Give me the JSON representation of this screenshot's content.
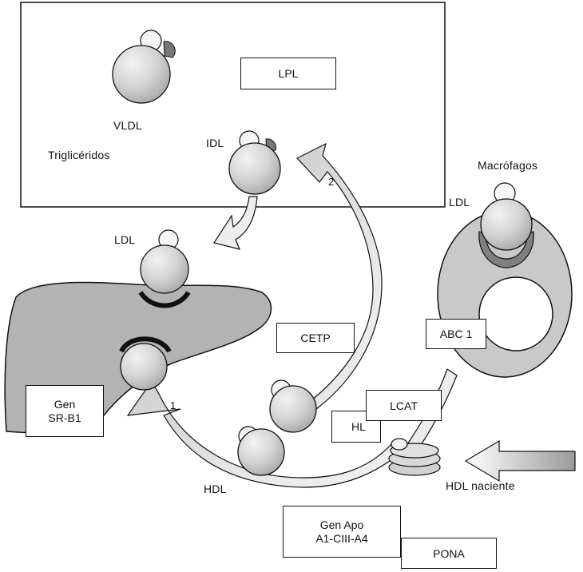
{
  "labels": {
    "vldl": "VLDL",
    "trigliceridos": "Triglicéridos",
    "idl": "IDL",
    "ldl_top": "LDL",
    "macrofagos": "Macrófagos",
    "ldl_right": "LDL",
    "hdl": "HDL",
    "hdl_naciente": "HDL naciente"
  },
  "boxes": {
    "lpl": "LPL",
    "cetp": "CETP",
    "abc1": "ABC 1",
    "gen_sr_line1": "Gen",
    "gen_sr_line2": "SR-B1",
    "lcat": "LCAT",
    "hl": "HL",
    "gen_apo_line1": "Gen Apo",
    "gen_apo_line2": "A1-CIII-A4",
    "pona": "PONA"
  },
  "arrows": {
    "arrow1": "1",
    "arrow2": "2"
  },
  "colors": {
    "particle_fill": "#d6d6d6",
    "liver_fill": "#b0b0b0",
    "macrophage_fill": "#c9c9c9",
    "receptor": "#111111",
    "arrow_light": "#eaeaea"
  }
}
